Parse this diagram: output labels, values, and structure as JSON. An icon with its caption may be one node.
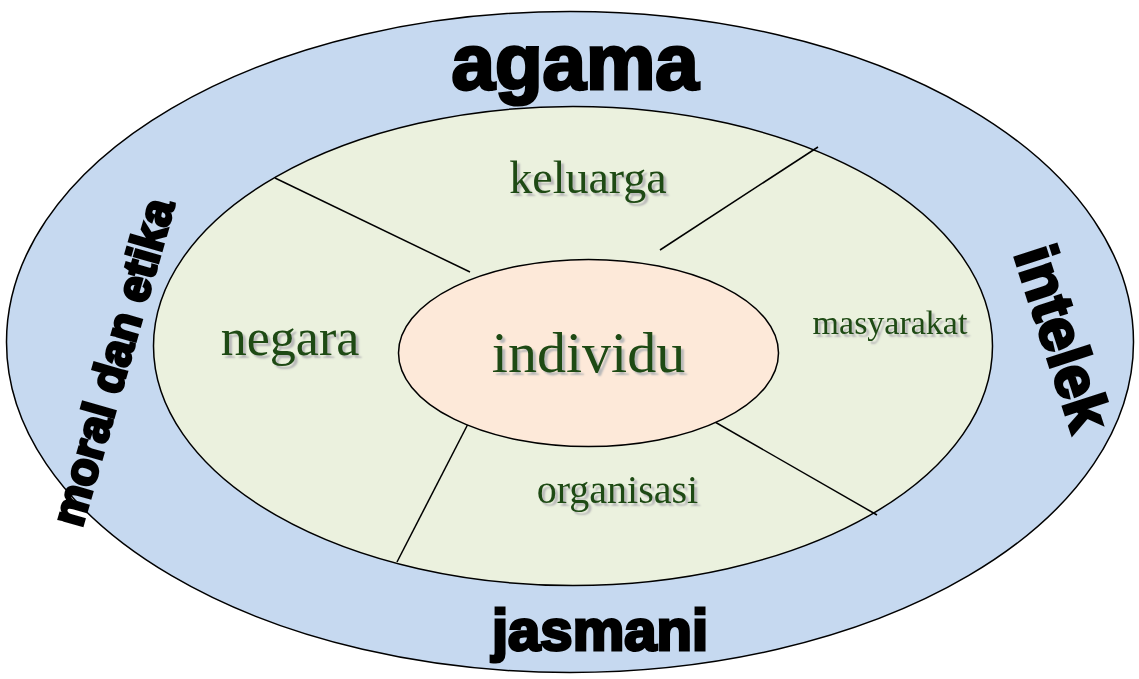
{
  "diagram": {
    "nodes": [
      {
        "text": [
          "agama",
          "moral dan etika",
          "intelek",
          "jasmani"
        ]
      },
      {
        "text": [],
        "shape": "ellipse",
        "in": 0
      },
      {
        "text": [
          "keluarga"
        ],
        "in": 1
      },
      {
        "text": [
          "masyarakat"
        ],
        "in": 1
      },
      {
        "text": [
          "organisasi"
        ],
        "in": 1
      },
      {
        "text": [
          "negara"
        ],
        "in": 1
      },
      {
        "text": [
          "individu"
        ],
        "in": 1
      }
    ],
    "edges": []
  }
}
